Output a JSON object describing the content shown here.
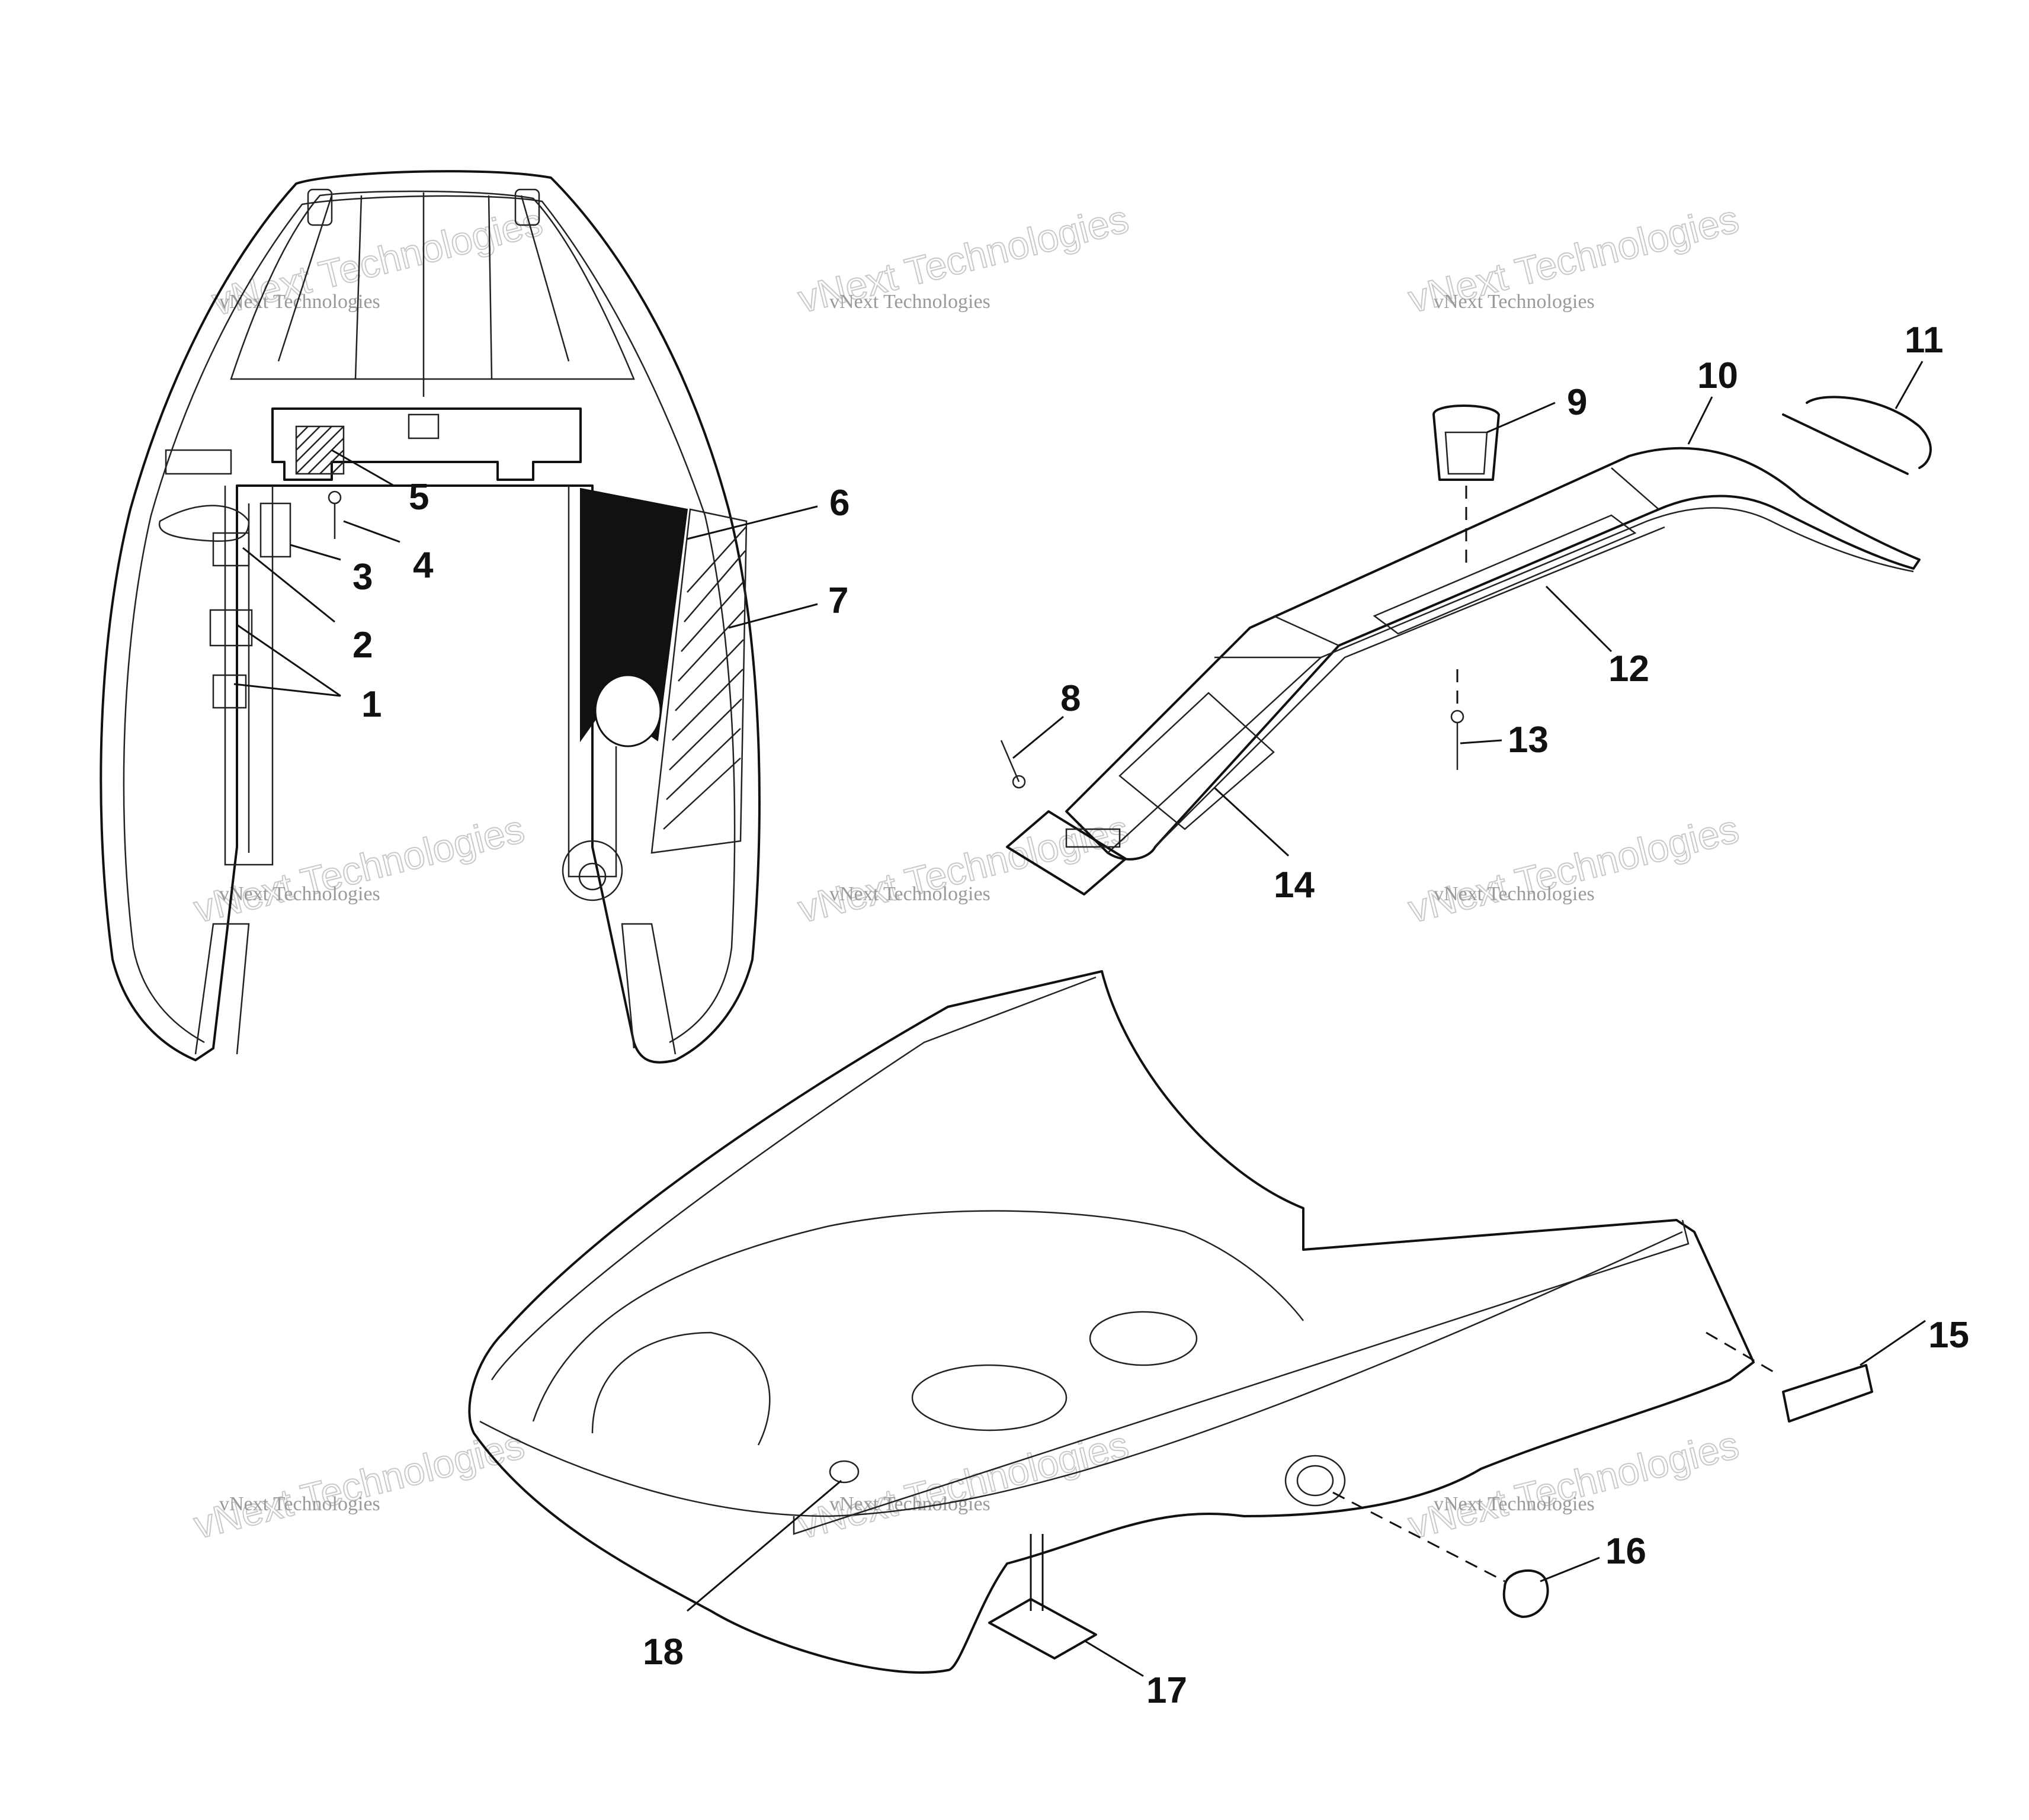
{
  "watermark": {
    "small_text": "vNext Technologies",
    "big_text": "vNext Technologies",
    "color": "#9a9a9a"
  },
  "callouts": {
    "c1": "1",
    "c2": "2",
    "c3": "3",
    "c4": "4",
    "c5": "5",
    "c6": "6",
    "c7": "7",
    "c8": "8",
    "c9": "9",
    "c10": "10",
    "c11": "11",
    "c12": "12",
    "c13": "13",
    "c14": "14",
    "c15": "15",
    "c16": "16",
    "c17": "17",
    "c18": "18"
  },
  "parts": {
    "bottom_pan_view": "bottom-pan-underside",
    "cover_assembly": "cover-assembly",
    "hood_side_view": "hood-side"
  }
}
